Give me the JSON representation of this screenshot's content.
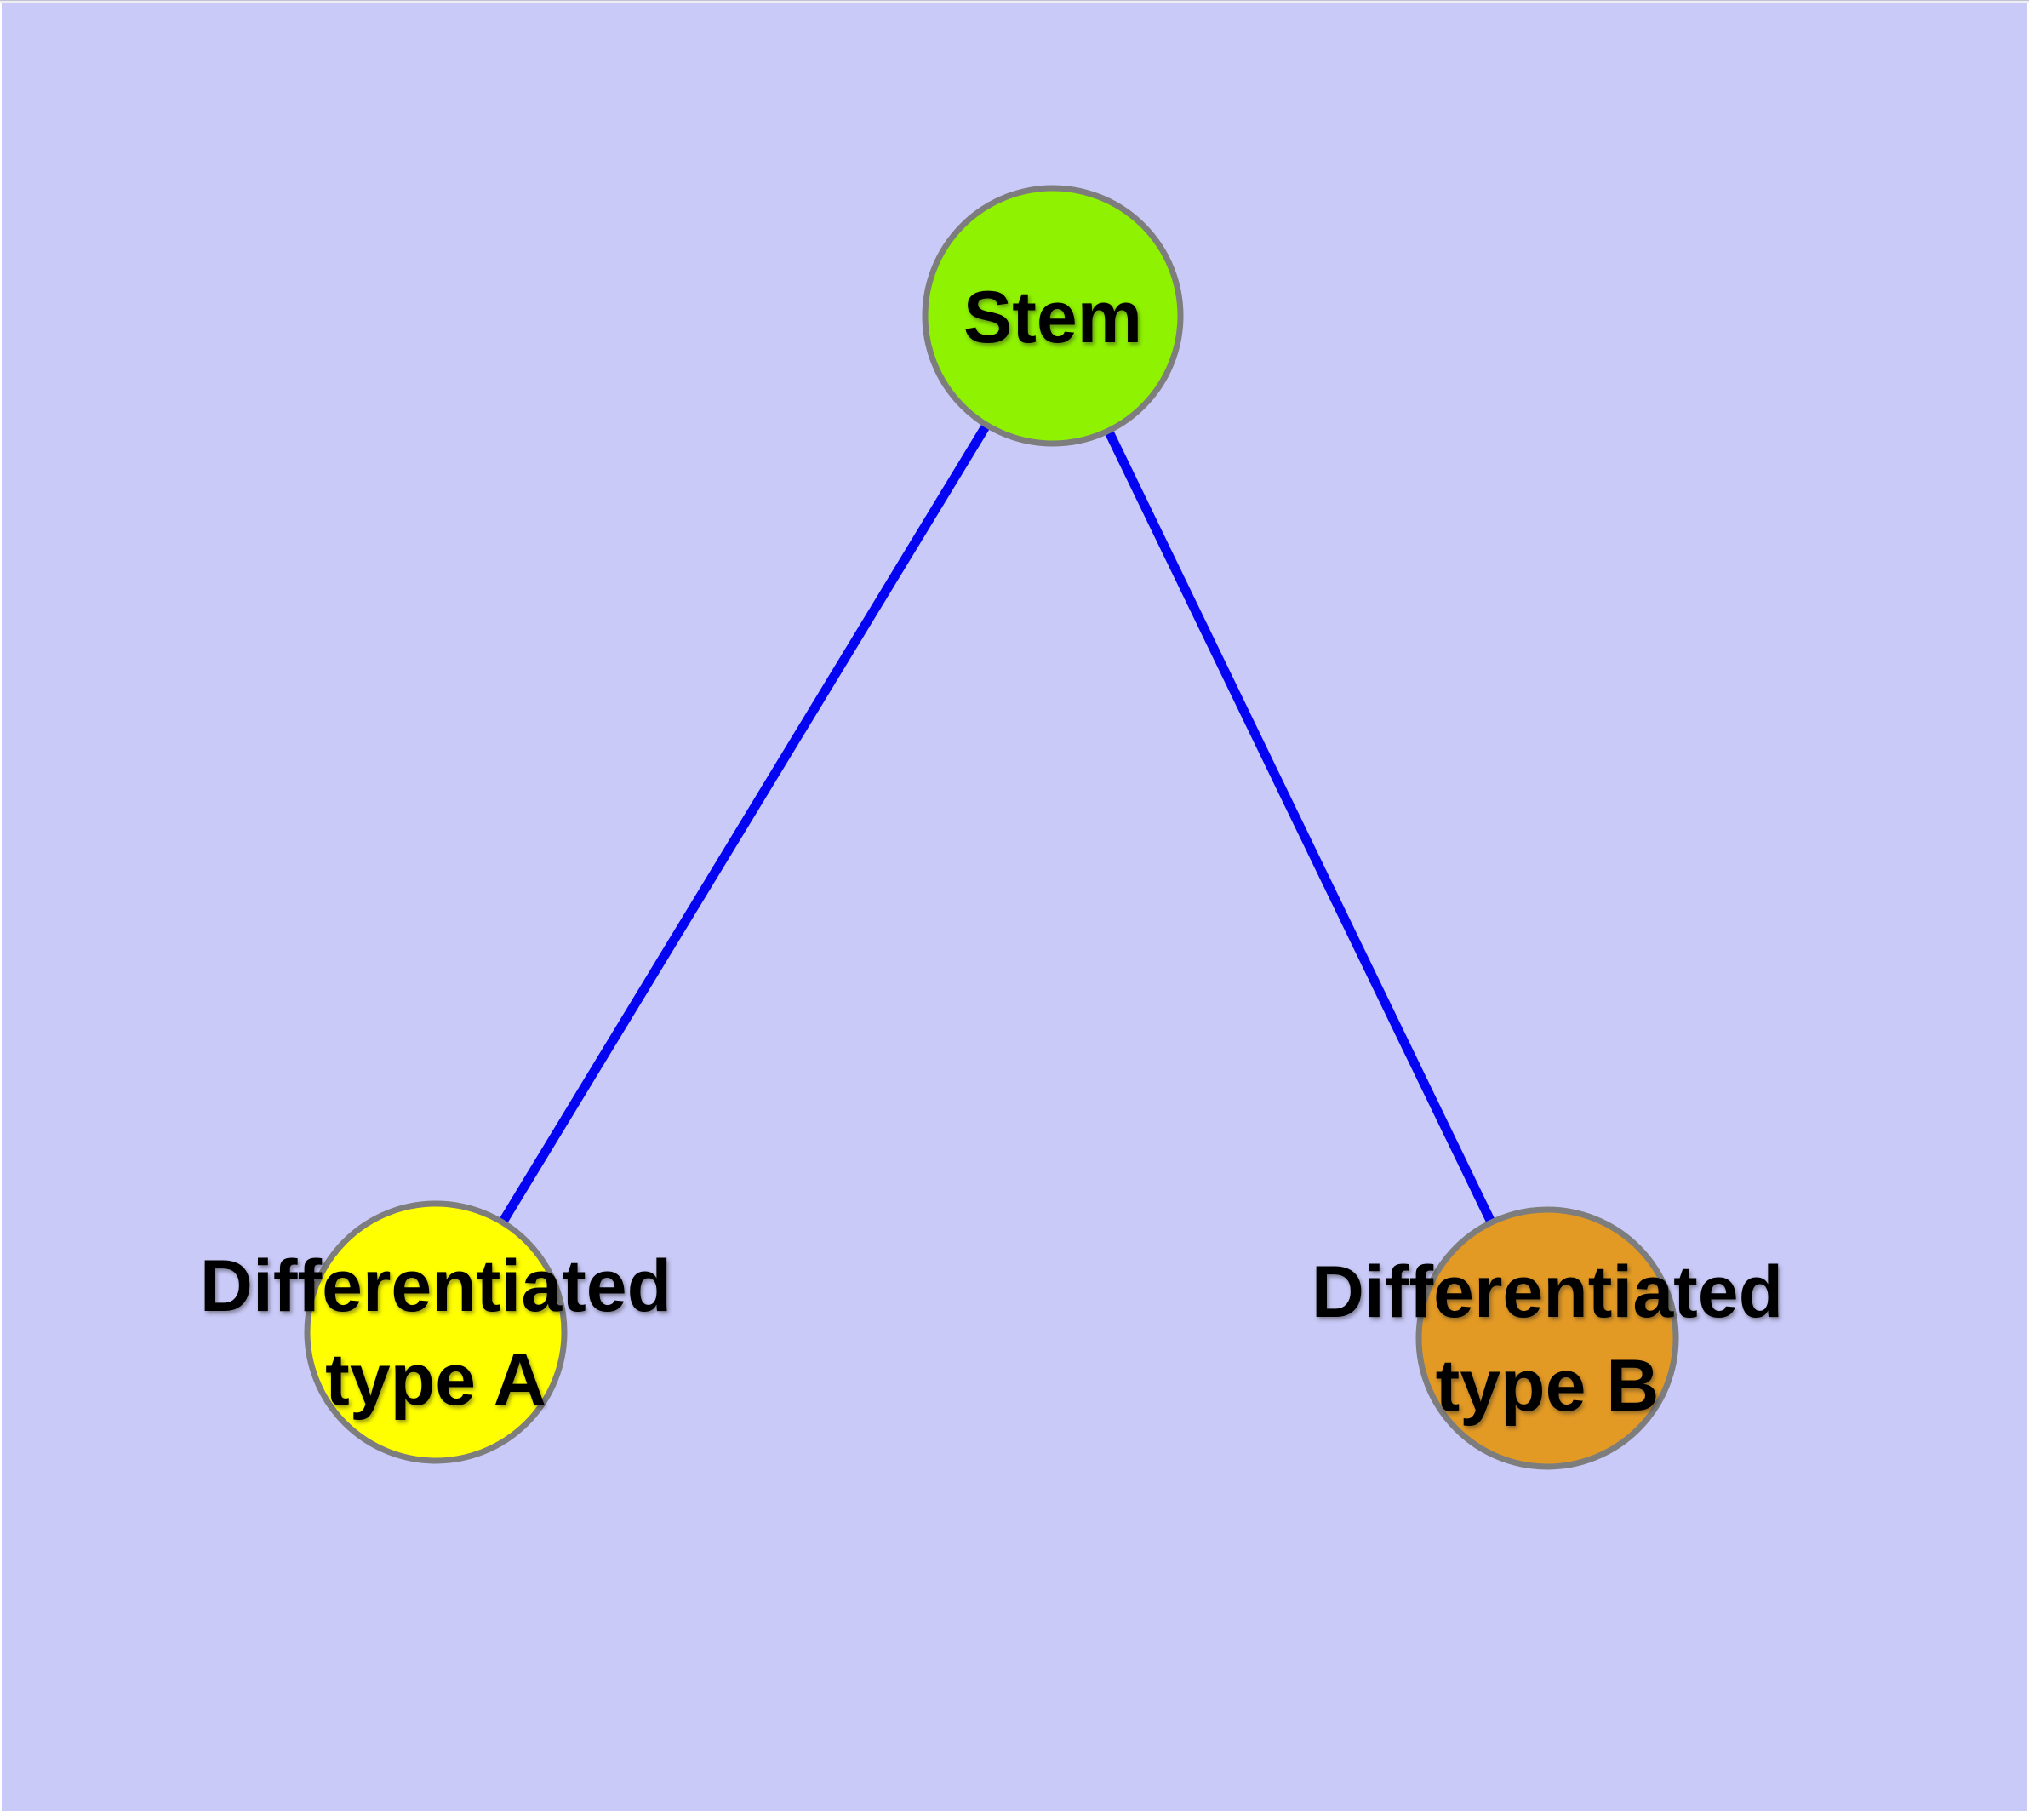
{
  "diagram": {
    "type": "node-link-graph",
    "background_color": "#cacaf8",
    "frame_color": "#ededf5",
    "nodes": {
      "stem": {
        "label": "Stem",
        "fill": "#8ef200"
      },
      "type_a": {
        "label": "Differentiated\ntype A",
        "fill": "#ffff00"
      },
      "type_b": {
        "label": "Differentiated\ntype B",
        "fill": "#e39a25"
      }
    },
    "edges": {
      "color": "#0404f2",
      "list": [
        {
          "from": "Stem",
          "to": "Differentiated type A"
        },
        {
          "from": "Stem",
          "to": "Differentiated type B"
        }
      ]
    },
    "style": {
      "node_border_color": "#7d7d7d",
      "text_color": "#000000"
    }
  }
}
